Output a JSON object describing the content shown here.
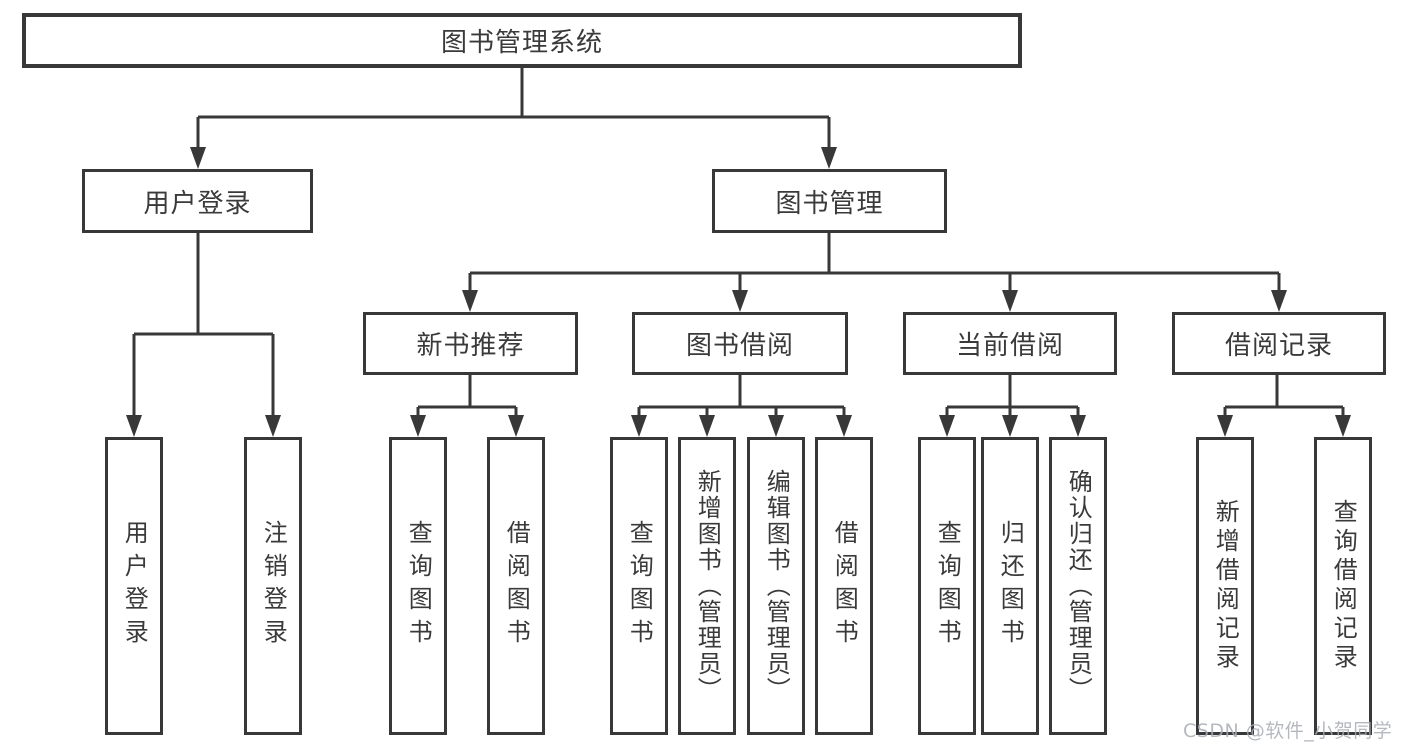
{
  "diagram": {
    "root": "图书管理系统",
    "branches": [
      {
        "label": "用户登录",
        "children": [
          "用户登录",
          "注销登录"
        ]
      },
      {
        "label": "图书管理",
        "modules": [
          {
            "label": "新书推荐",
            "children": [
              "查询图书",
              "借阅图书"
            ]
          },
          {
            "label": "图书借阅",
            "children": [
              "查询图书",
              "新增图书（管理员）",
              "编辑图书（管理员）",
              "借阅图书"
            ]
          },
          {
            "label": "当前借阅",
            "children": [
              "查询图书",
              "归还图书",
              "确认归还（管理员）"
            ]
          },
          {
            "label": "借阅记录",
            "children": [
              "新增借阅记录",
              "查询借阅记录"
            ]
          }
        ]
      }
    ]
  },
  "watermark": {
    "text": "CSDN @软件_小贺同学"
  },
  "colors": {
    "line": "#383838",
    "text": "#3a3a3a",
    "box_background": "#ffffff",
    "page_background": "#ffffff",
    "watermark": "#a9adb5"
  }
}
